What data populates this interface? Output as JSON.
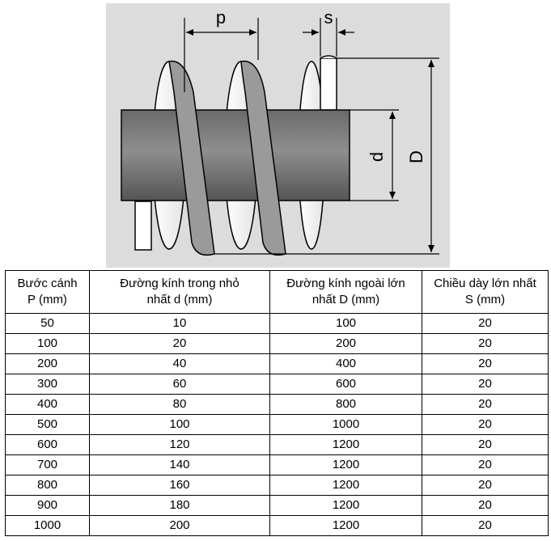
{
  "figure": {
    "labels": {
      "pitch": "p",
      "thickness": "s",
      "inner_diameter": "d",
      "outer_diameter": "D"
    }
  },
  "table": {
    "headers": [
      [
        "Bước cánh",
        "P (mm)"
      ],
      [
        "Đường kính trong nhỏ",
        "nhất d (mm)"
      ],
      [
        "Đường kính ngoài lớn",
        "nhất D (mm)"
      ],
      [
        "Chiều dày lớn nhất",
        "S (mm)"
      ]
    ],
    "rows": [
      [
        "50",
        "10",
        "100",
        "20"
      ],
      [
        "100",
        "20",
        "200",
        "20"
      ],
      [
        "200",
        "40",
        "400",
        "20"
      ],
      [
        "300",
        "60",
        "600",
        "20"
      ],
      [
        "400",
        "80",
        "800",
        "20"
      ],
      [
        "500",
        "100",
        "1000",
        "20"
      ],
      [
        "600",
        "120",
        "1200",
        "20"
      ],
      [
        "700",
        "140",
        "1200",
        "20"
      ],
      [
        "800",
        "160",
        "1200",
        "20"
      ],
      [
        "900",
        "180",
        "1200",
        "20"
      ],
      [
        "1000",
        "200",
        "1200",
        "20"
      ]
    ]
  }
}
